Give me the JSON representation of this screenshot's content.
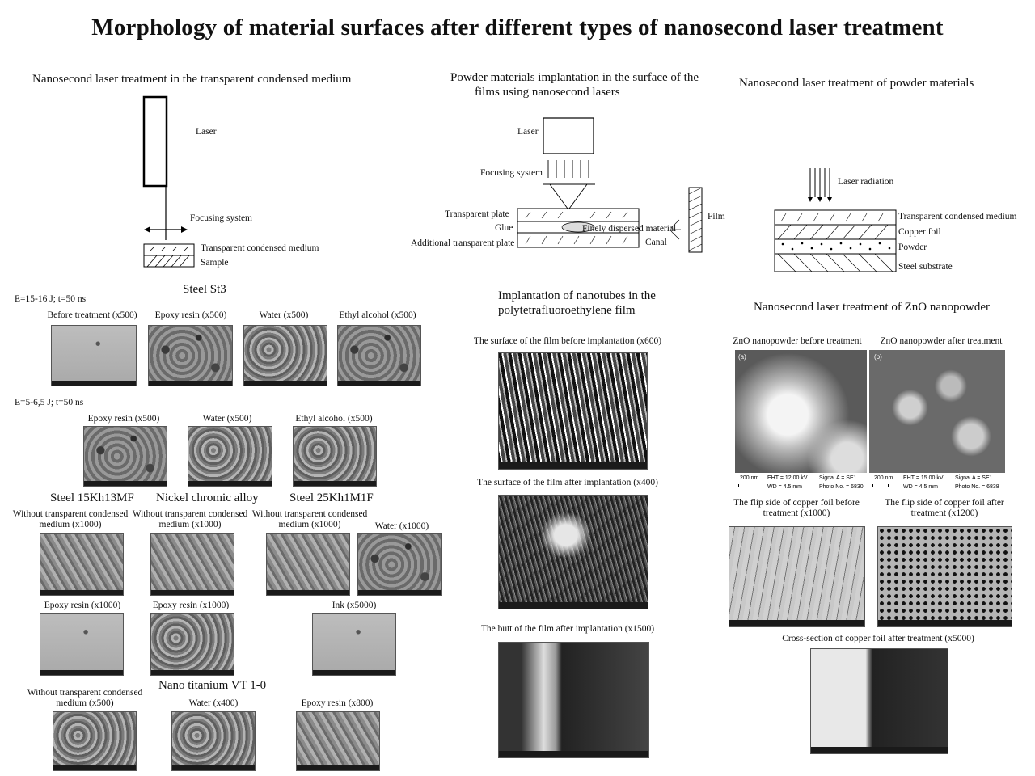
{
  "title": "Morphology of material surfaces after different types of nanosecond laser  treatment",
  "diagram1": {
    "heading": "Nanosecond laser treatment in the transparent condensed medium",
    "laser": "Laser",
    "focusing": "Focusing system",
    "medium": "Transparent condensed medium",
    "sample": "Sample"
  },
  "diagram2": {
    "heading_line1": "Powder materials implantation in the surface of the",
    "heading_line2": "films using nanosecond lasers",
    "laser": "Laser",
    "focusing": "Focusing system",
    "transparent_plate": "Transparent plate",
    "glue": "Glue",
    "additional_plate": "Additional transparent plate",
    "dispersed": "Finely dispersed material",
    "canal": "Canal",
    "film": "Film"
  },
  "diagram3": {
    "heading": "Nanosecond laser treatment of powder materials",
    "radiation": "Laser radiation",
    "medium": "Transparent condensed medium",
    "copper": "Copper foil",
    "powder": "Powder",
    "steel": "Steel substrate"
  },
  "st3": {
    "heading": "Steel St3",
    "cond1": "E=15-16 J; t=50 ns",
    "row1": [
      "Before treatment (x500)",
      "Epoxy resin (x500)",
      "Water (x500)",
      "Ethyl alcohol (x500)"
    ],
    "cond2": "E=5-6,5 J; t=50 ns",
    "row2": [
      "Epoxy resin (x500)",
      "Water (x500)",
      "Ethyl alcohol (x500)"
    ]
  },
  "alloys": {
    "h1": "Steel 15Kh13MF",
    "h2": "Nickel chromic alloy",
    "h3": "Steel 25Kh1M1F",
    "c_without": "Without transparent condensed medium (x1000)",
    "c_water": "Water (x1000)",
    "c_epoxy": "Epoxy resin (x1000)",
    "c_ink": "Ink (x5000)"
  },
  "titanium": {
    "heading": "Nano titanium VT 1-0",
    "captions": [
      "Without transparent condensed medium (x500)",
      "Water (x400)",
      "Epoxy resin (x800)"
    ]
  },
  "nanotubes": {
    "heading_line1": "Implantation of nanotubes in the",
    "heading_line2": "polytetrafluoroethylene film",
    "c1": "The surface of the film before implantation (x600)",
    "c2": "The surface of the film after implantation (x400)",
    "c3": "The butt of the film after implantation (x1500)"
  },
  "zno": {
    "heading": "Nanosecond laser treatment of ZnO nanopowder",
    "before": "ZnO nanopowder before treatment",
    "after": "ZnO nanopowder after treatment",
    "panel_a": "(a)",
    "panel_b": "(b)",
    "scale": "200 nm",
    "a_eht": "EHT = 12.00 kV",
    "a_wd": "WD =  4.5 mm",
    "a_sig": "Signal A = SE1",
    "a_photo": "Photo No. = 6830",
    "b_eht": "EHT = 15.00 kV",
    "b_wd": "WD =  4.5 mm",
    "b_sig": "Signal A = SE1",
    "b_photo": "Photo No. = 6838"
  },
  "copper": {
    "c1_line1": "The flip side of copper foil before",
    "c1_line2": "treatment (x1000)",
    "c2_line1": "The flip side of copper foil after",
    "c2_line2": "treatment (x1200)",
    "c3": "Cross-section of copper foil after treatment (x5000)"
  }
}
